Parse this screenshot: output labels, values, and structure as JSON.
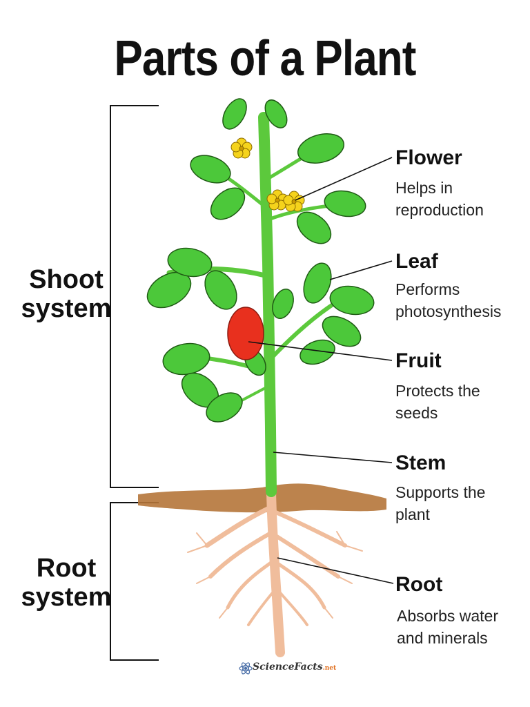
{
  "title": "Parts of a Plant",
  "systems": {
    "shoot": [
      "Shoot",
      "system"
    ],
    "root": [
      "Root",
      "system"
    ]
  },
  "parts": [
    {
      "name": "Flower",
      "desc": [
        "Helps in",
        "reproduction"
      ]
    },
    {
      "name": "Leaf",
      "desc": [
        "Performs",
        "photosynthesis"
      ]
    },
    {
      "name": "Fruit",
      "desc": [
        "Protects the",
        "seeds"
      ]
    },
    {
      "name": "Stem",
      "desc": [
        "Supports the",
        "plant"
      ]
    },
    {
      "name": "Root",
      "desc": [
        "Absorbs water",
        "and minerals"
      ]
    }
  ],
  "credit": {
    "text": "ScienceFacts",
    "suffix": ".net"
  },
  "colors": {
    "leaf": "#4cc83a",
    "leaf_outline": "#1f5a14",
    "stem": "#5cc93c",
    "fruit": "#e8301e",
    "flower": "#f5d31c",
    "root": "#f2c6a8",
    "soil": "#b5763a"
  }
}
